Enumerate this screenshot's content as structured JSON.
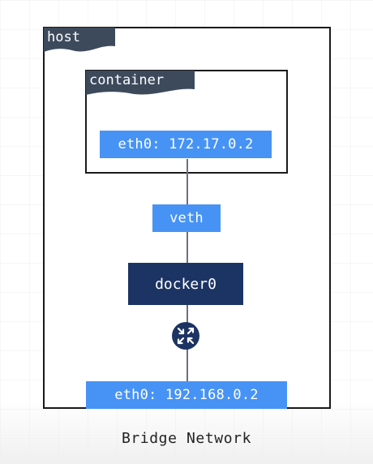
{
  "host": {
    "label": "host"
  },
  "container": {
    "label": "container"
  },
  "nodes": {
    "container_eth0": "eth0: 172.17.0.2",
    "veth": "veth",
    "docker0": "docker0",
    "router_icon": "router-icon",
    "host_eth0": "eth0: 192.168.0.2"
  },
  "caption": "Bridge Network",
  "colors": {
    "tag": "#3d4a5c",
    "interface": "#4793f5",
    "bridge": "#1c3463",
    "line": "#6b7079"
  }
}
